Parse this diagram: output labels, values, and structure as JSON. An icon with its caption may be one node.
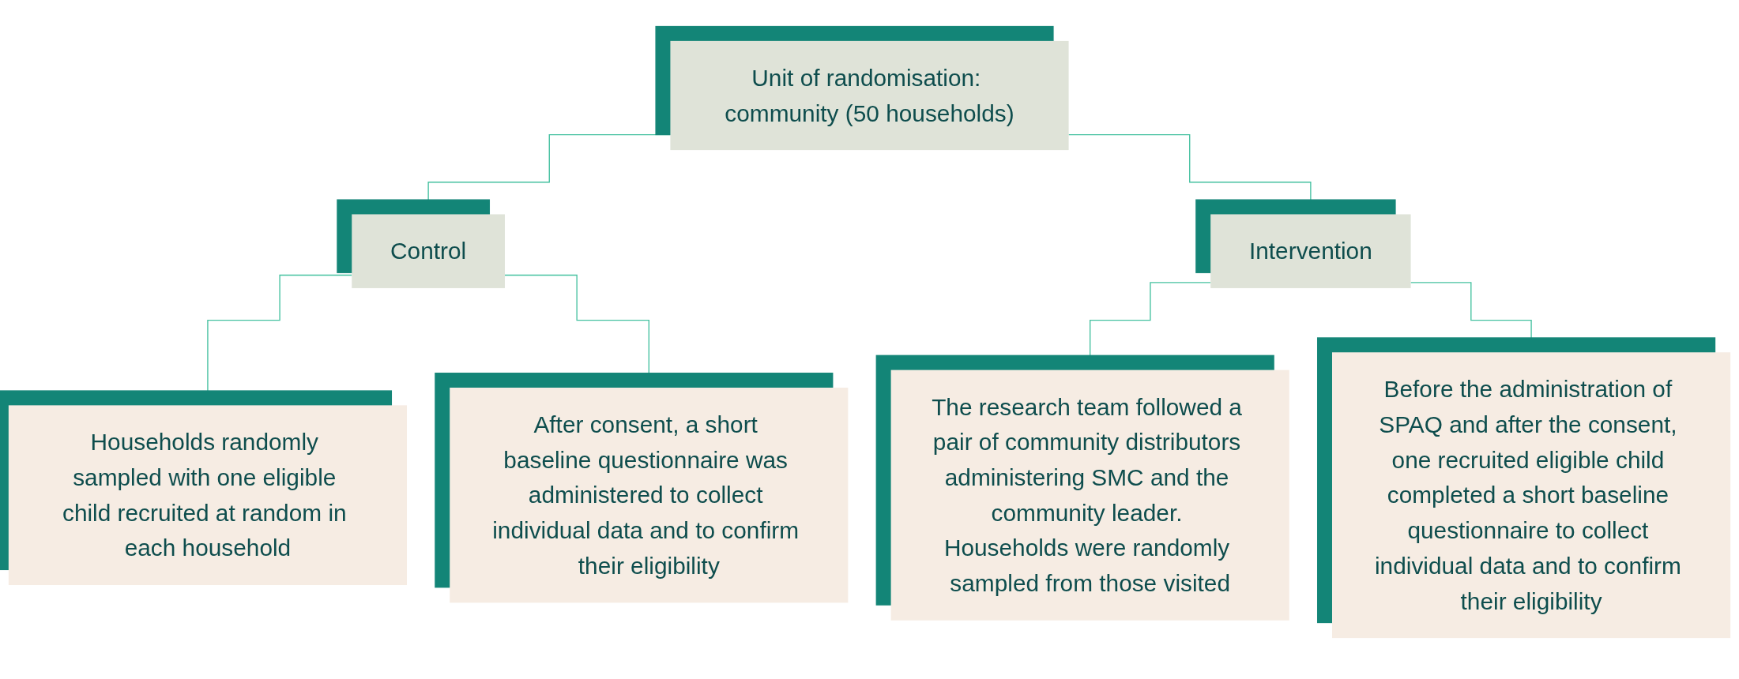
{
  "diagram": {
    "nodes": [
      {
        "text": [
          "Unit of randomisation: community (50 households)"
        ]
      },
      {
        "text": [
          "Control"
        ]
      },
      {
        "text": [
          "Intervention"
        ]
      },
      {
        "text": [
          "Households randomly sampled with one eligible child recruited at random in each household"
        ]
      },
      {
        "text": [
          "After consent, a short baseline questionnaire was administered to collect individual data and to confirm their eligibility"
        ]
      },
      {
        "text": [
          "The research team followed a pair of community distributors administering SMC and the community leader. Households were randomly sampled from those visited"
        ]
      },
      {
        "text": [
          "Before the administration of SPAQ and after the consent, one recruited eligible child completed a short baseline questionnaire to collect individual data and to confirm their eligibility"
        ]
      }
    ],
    "edges": [
      {
        "from": 0,
        "to": 1,
        "arrow": "none"
      },
      {
        "from": 0,
        "to": 2,
        "arrow": "none"
      },
      {
        "from": 1,
        "to": 3,
        "arrow": "none"
      },
      {
        "from": 1,
        "to": 4,
        "arrow": "none"
      },
      {
        "from": 2,
        "to": 5,
        "arrow": "none"
      },
      {
        "from": 2,
        "to": 6,
        "arrow": "none"
      }
    ]
  }
}
